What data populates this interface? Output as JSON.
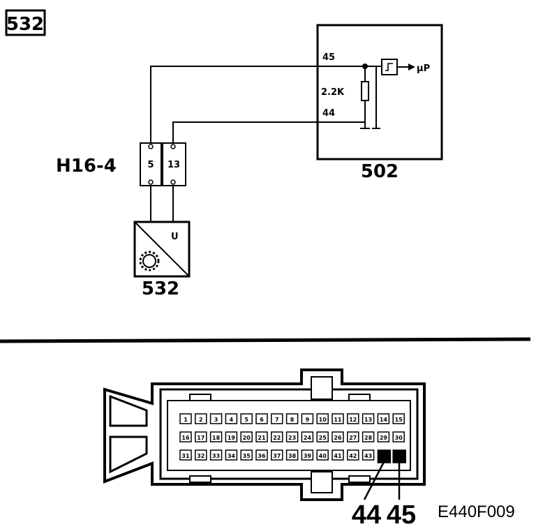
{
  "ref_box": "532",
  "ecu": {
    "label": "502",
    "pin_top": "45",
    "pin_bottom": "44",
    "resistor": "2.2K",
    "output": "µP"
  },
  "connector": {
    "label": "H16-4",
    "pin_left": "5",
    "pin_right": "13"
  },
  "sensor": {
    "label": "532",
    "symbol": "U"
  },
  "plug": {
    "rows": [
      [
        "1",
        "2",
        "3",
        "4",
        "5",
        "6",
        "7",
        "8",
        "9",
        "10",
        "11",
        "12",
        "13",
        "14",
        "15"
      ],
      [
        "16",
        "17",
        "18",
        "19",
        "20",
        "21",
        "22",
        "23",
        "24",
        "25",
        "26",
        "27",
        "28",
        "29",
        "30"
      ],
      [
        "31",
        "32",
        "33",
        "34",
        "35",
        "36",
        "37",
        "38",
        "39",
        "40",
        "41",
        "42",
        "43",
        "44",
        "45"
      ]
    ],
    "callout_44": "44",
    "callout_45": "45"
  },
  "figure_id": "E440F009"
}
